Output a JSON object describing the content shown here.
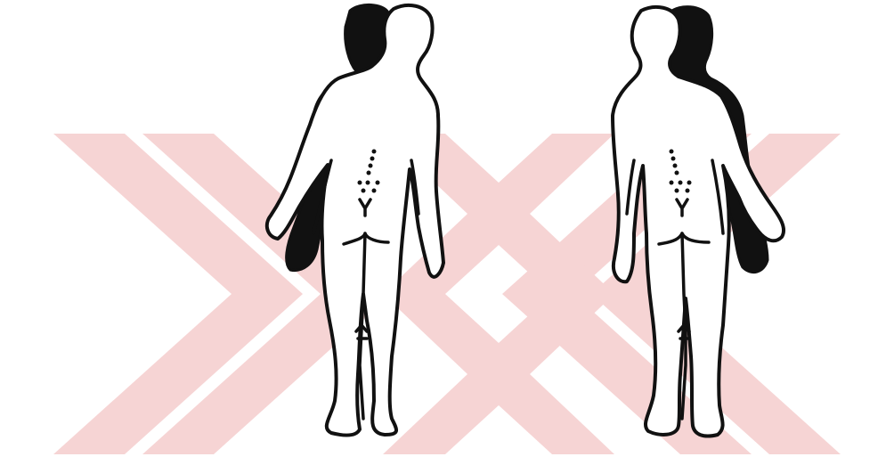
{
  "colors": {
    "background": "#ffffff",
    "outline": "#111111",
    "shadow": "#111111",
    "watermark": "#f3c6c6"
  },
  "figures": [
    {
      "name": "back-view-figure-left",
      "shadow_side": "left"
    },
    {
      "name": "back-view-figure-right",
      "shadow_side": "right"
    }
  ]
}
